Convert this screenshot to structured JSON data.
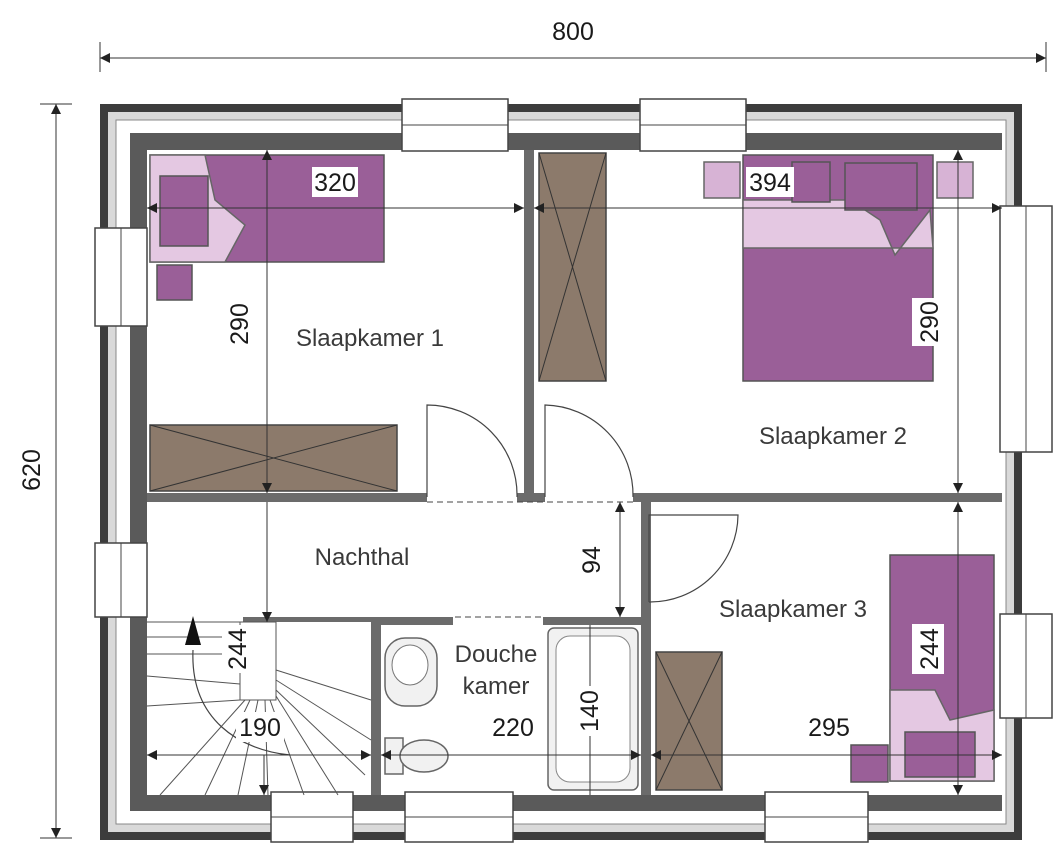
{
  "dimensions": {
    "total_width": "800",
    "total_height": "620",
    "slaapkamer1_width": "320",
    "slaapkamer1_height": "290",
    "slaapkamer2_width": "394",
    "slaapkamer2_height": "290",
    "nachthal_depth": "94",
    "stair_height": "244",
    "stair_width": "190",
    "douche_width": "220",
    "douche_depth": "140",
    "slaapkamer3_height": "244",
    "slaapkamer3_width": "295"
  },
  "rooms": {
    "slaapkamer1": "Slaapkamer 1",
    "slaapkamer2": "Slaapkamer 2",
    "slaapkamer3": "Slaapkamer 3",
    "nachthal": "Nachthal",
    "douche_line1": "Douche",
    "douche_line2": "kamer"
  },
  "colors": {
    "bed": "#9a5f98",
    "pillow": "#d7b3d5",
    "wardrobe": "#8c7a6b",
    "wall": "#3c3c3c"
  }
}
